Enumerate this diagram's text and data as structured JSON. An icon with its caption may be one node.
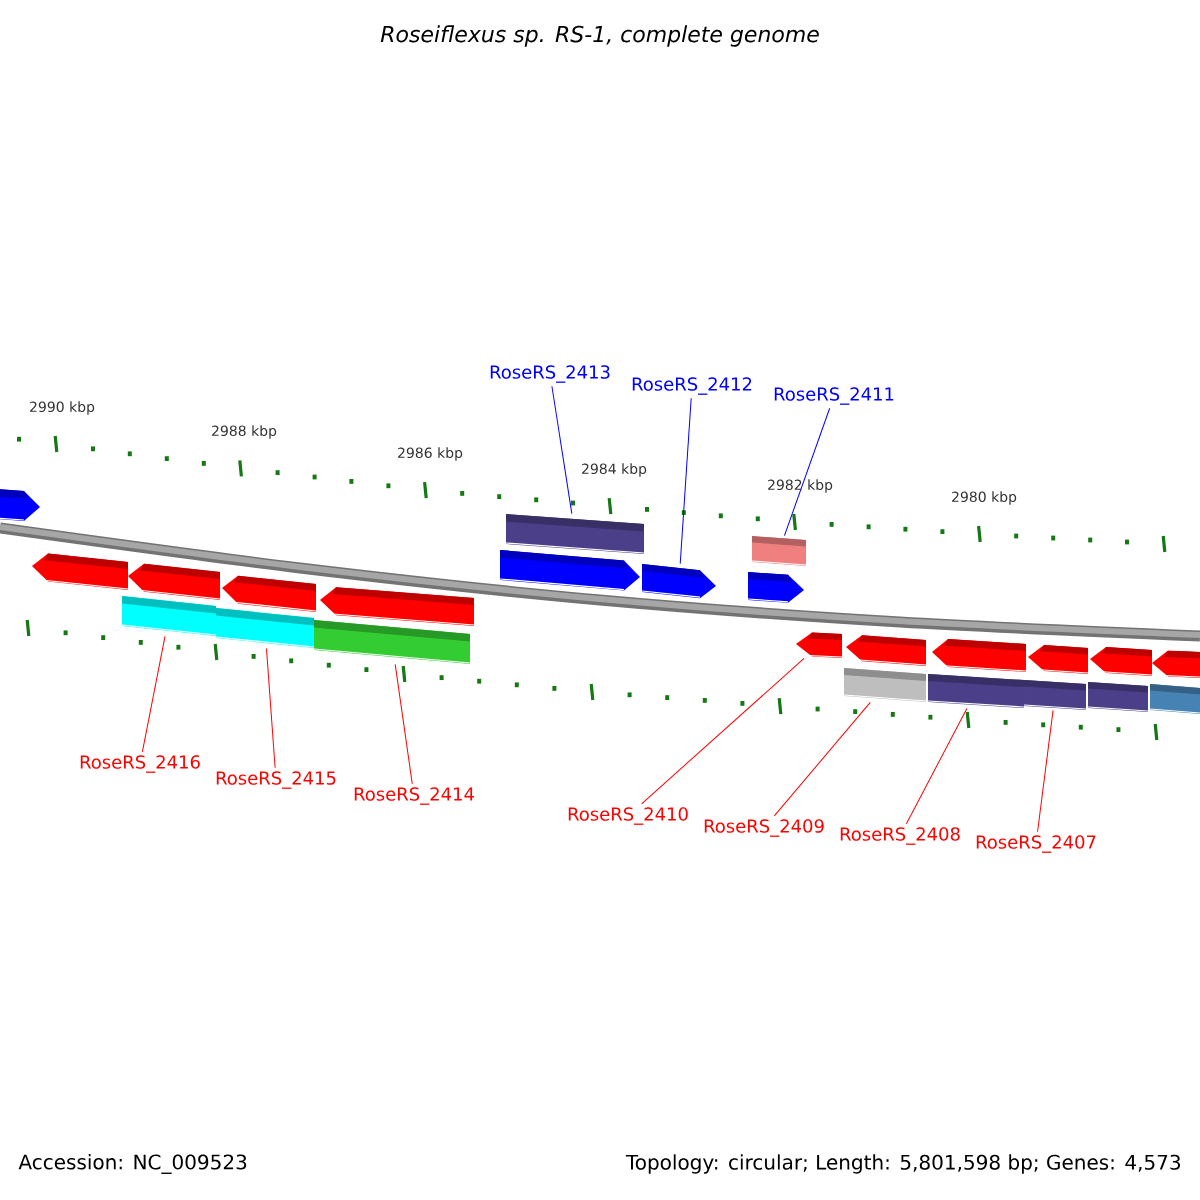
{
  "diagram": {
    "title": "Roseiflexus sp. RS-1, complete genome",
    "nodes": [
      {
        "text": [
          "RoseRS_2413"
        ]
      },
      {
        "text": [
          "RoseRS_2412"
        ]
      },
      {
        "text": [
          "RoseRS_2411"
        ]
      },
      {
        "text": [
          "RoseRS_2416"
        ]
      },
      {
        "text": [
          "RoseRS_2415"
        ]
      },
      {
        "text": [
          "RoseRS_2414"
        ]
      },
      {
        "text": [
          "RoseRS_2410"
        ]
      },
      {
        "text": [
          "RoseRS_2409"
        ]
      },
      {
        "text": [
          "RoseRS_2408"
        ]
      },
      {
        "text": [
          "RoseRS_2407"
        ]
      },
      {
        "text": [],
        "shape": "arrow"
      },
      {
        "text": [],
        "shape": "arrow"
      },
      {
        "text": [],
        "shape": "bar"
      },
      {
        "text": [],
        "shape": "arrow"
      },
      {
        "text": [],
        "shape": "bar"
      },
      {
        "text": [],
        "shape": "arrow"
      },
      {
        "text": [],
        "shape": "bar"
      },
      {
        "text": [],
        "shape": "arrow"
      },
      {
        "text": [],
        "shape": "arrow"
      },
      {
        "text": [],
        "shape": "bar"
      },
      {
        "text": [],
        "shape": "arrow"
      },
      {
        "text": [],
        "shape": "arrow"
      },
      {
        "text": [],
        "shape": "bar"
      },
      {
        "text": [],
        "shape": "arrow"
      },
      {
        "text": [],
        "shape": "bar"
      },
      {
        "text": [],
        "shape": "arrow"
      },
      {
        "text": [],
        "shape": "bar"
      },
      {
        "text": [],
        "shape": "arrow"
      },
      {
        "text": [],
        "shape": "bar"
      },
      {
        "text": [],
        "shape": "arrow"
      },
      {
        "text": [],
        "shape": "bar"
      },
      {
        "text": [],
        "shape": "arrow"
      },
      {
        "text": [],
        "shape": "bar"
      },
      {
        "text": [],
        "shape": "arrow"
      }
    ],
    "edges": [
      {
        "from": 0,
        "to": 19,
        "arrow": "none",
        "color": "#0000ff"
      },
      {
        "from": 1,
        "to": 20,
        "arrow": "none",
        "color": "#0000ff"
      },
      {
        "from": 2,
        "to": 22,
        "arrow": "none",
        "color": "#0000ff"
      },
      {
        "from": 3,
        "to": 12,
        "arrow": "none"
      },
      {
        "from": 4,
        "to": 14,
        "arrow": "none"
      },
      {
        "from": 5,
        "to": 16,
        "arrow": "none"
      },
      {
        "from": 6,
        "to": 23,
        "arrow": "none"
      },
      {
        "from": 7,
        "to": 24,
        "arrow": "none"
      },
      {
        "from": 8,
        "to": 26,
        "arrow": "none"
      },
      {
        "from": 9,
        "to": 28,
        "arrow": "none"
      }
    ],
    "labels": [
      "2990 kbp",
      "2988 kbp",
      "2986 kbp",
      "2984 kbp",
      "2982 kbp",
      "2980 kbp",
      "Accession: NC_009523",
      "Topology: circular; Length: 5,801,598 bp; Genes: 4,573"
    ]
  }
}
